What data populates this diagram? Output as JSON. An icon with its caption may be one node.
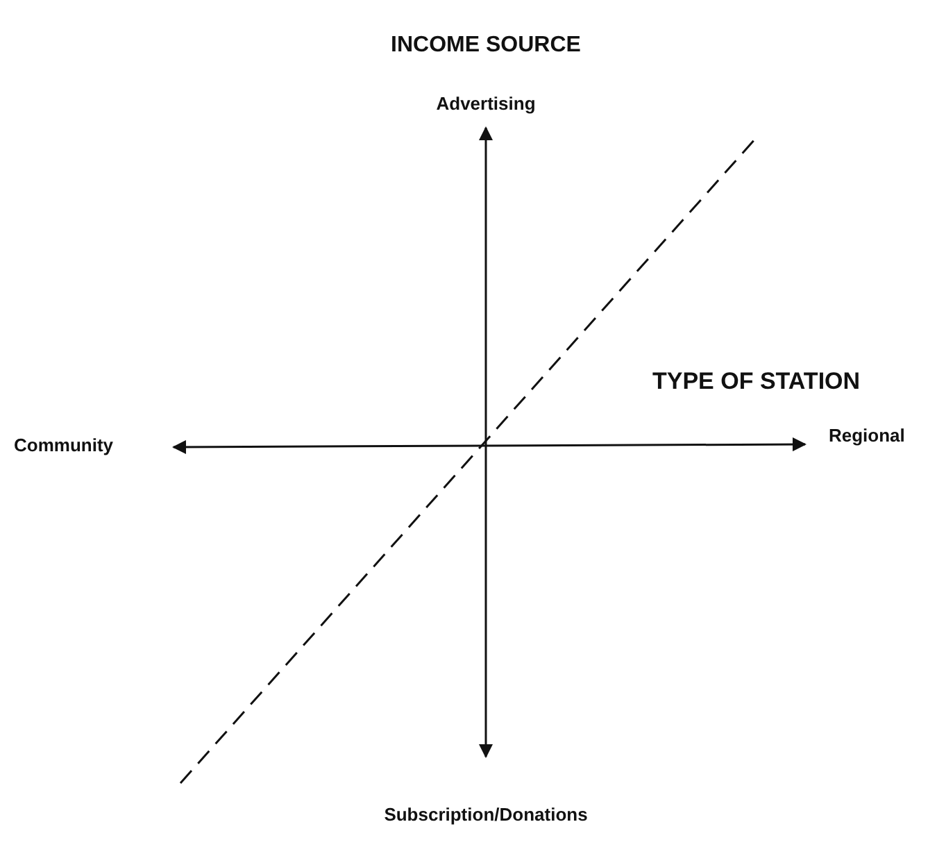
{
  "diagram": {
    "labels": [
      "INCOME SOURCE",
      "Advertising",
      "TYPE OF STATION",
      "Community",
      "Regional",
      "Subscription/Donations"
    ]
  }
}
